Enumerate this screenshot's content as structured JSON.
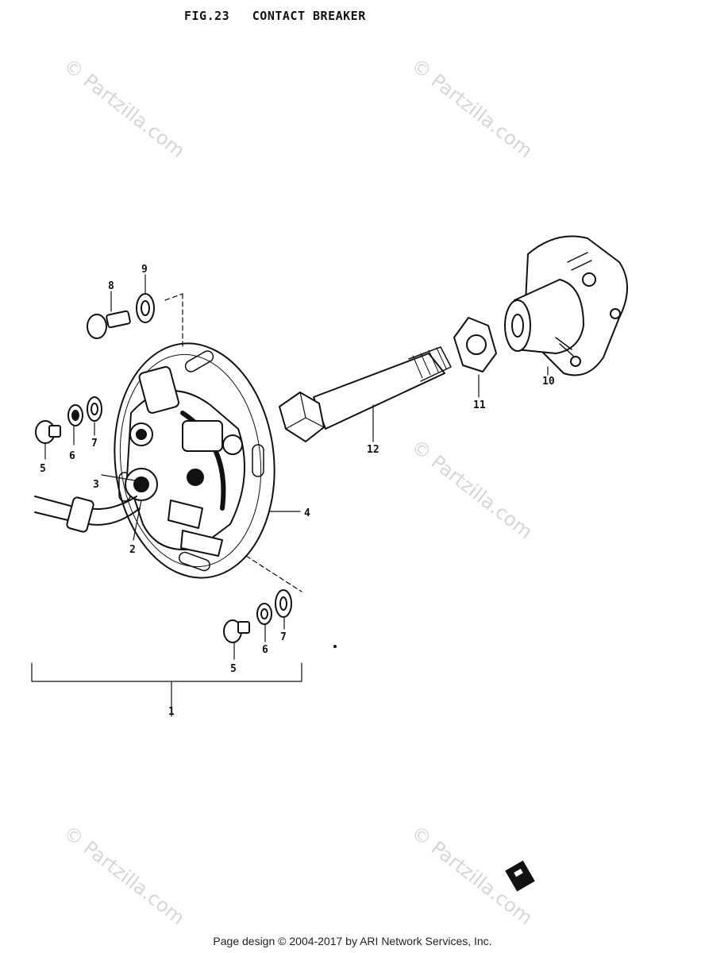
{
  "title": "FIG.23   CONTACT BREAKER",
  "watermark": "© Partzilla.com",
  "footer": "Page design © 2004-2017 by ARI Network Services, Inc.",
  "callouts": {
    "c1": "1",
    "c2": "2",
    "c3": "3",
    "c4": "4",
    "c5a": "5",
    "c5b": "5",
    "c6a": "6",
    "c6b": "6",
    "c7a": "7",
    "c7b": "7",
    "c8": "8",
    "c9": "9",
    "c10": "10",
    "c11": "11",
    "c12": "12"
  },
  "colors": {
    "ink": "#111111",
    "watermark": "#d6d6d6",
    "background": "#ffffff"
  }
}
